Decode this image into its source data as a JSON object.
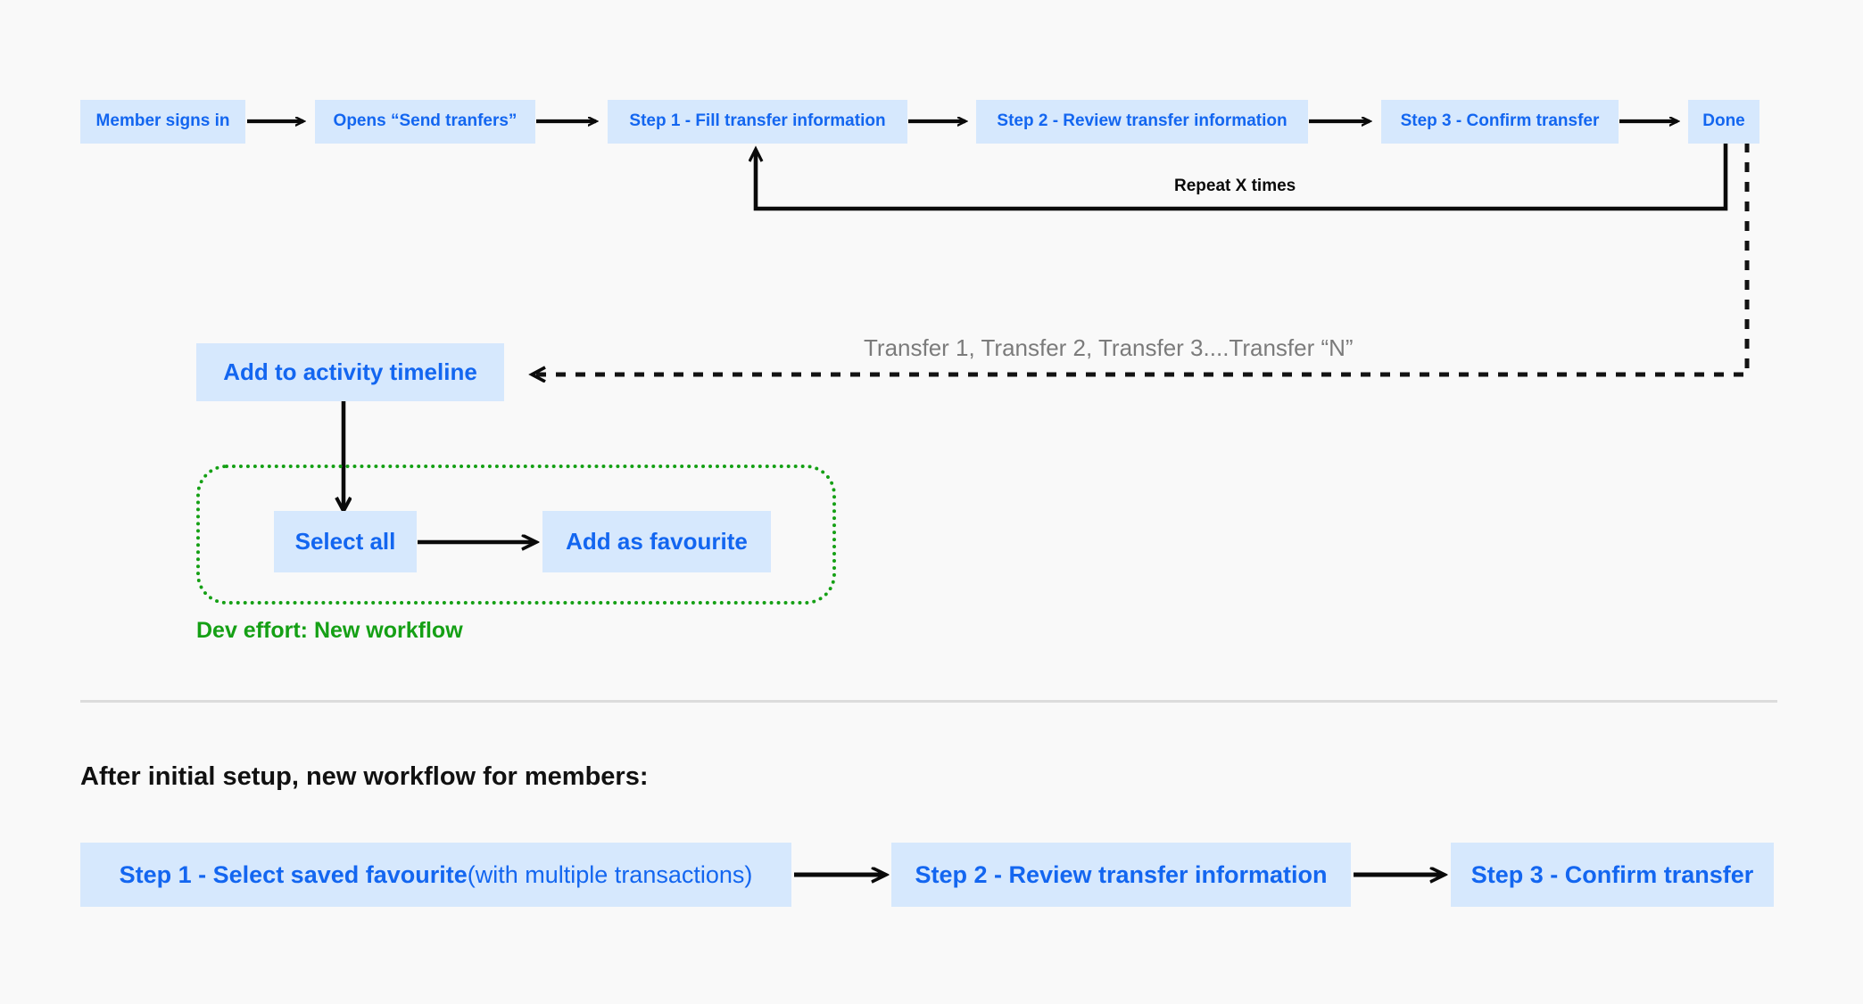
{
  "diagram": {
    "title_section": "After initial setup, new workflow for members:",
    "top_flow": {
      "nodes": [
        {
          "id": "member-signs-in",
          "label": "Member signs in"
        },
        {
          "id": "opens-send-transfers",
          "label": "Opens “Send tranfers”"
        },
        {
          "id": "step-1-fill",
          "label": "Step 1 - Fill transfer information"
        },
        {
          "id": "step-2-review",
          "label": "Step 2 - Review transfer information"
        },
        {
          "id": "step-3-confirm",
          "label": "Step 3 - Confirm transfer"
        },
        {
          "id": "done",
          "label": "Done"
        }
      ],
      "loop_label": "Repeat X times"
    },
    "branch": {
      "transfer_label": "Transfer 1, Transfer 2, Transfer 3....Transfer “N”",
      "activity_node": "Add to activity timeline",
      "group_nodes": [
        {
          "id": "select-all",
          "label": "Select all"
        },
        {
          "id": "add-as-favourite",
          "label": "Add as favourite"
        }
      ],
      "group_caption": "Dev effort: New workflow"
    },
    "bottom_flow": {
      "nodes": [
        {
          "id": "bottom-step-1",
          "label_bold": "Step 1 - Select saved favourite",
          "label_regular": " (with multiple transactions)"
        },
        {
          "id": "bottom-step-2",
          "label_bold": "Step 2 - Review transfer information",
          "label_regular": ""
        },
        {
          "id": "bottom-step-3",
          "label_bold": "Step 3 - Confirm transfer",
          "label_regular": ""
        }
      ]
    },
    "colors": {
      "node_fill": "#d6e8fd",
      "node_text": "#1366f0",
      "group_border": "#15a015",
      "group_caption": "#15a015",
      "connector": "#0a0a0a",
      "muted_text": "#7b7b7b",
      "background": "#f9f9f9",
      "divider": "#dcdcdc"
    }
  }
}
